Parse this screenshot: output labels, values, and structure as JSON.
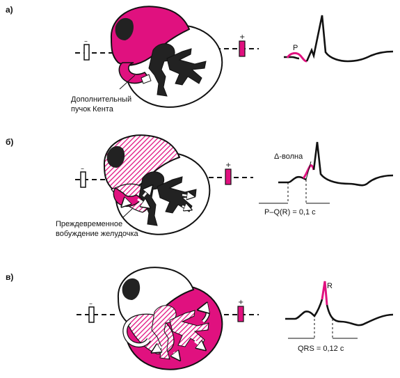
{
  "colors": {
    "magenta": "#e0117f",
    "ink": "#111111",
    "paper": "#ffffff"
  },
  "panels": [
    {
      "id": "a",
      "letter": "а)",
      "electrode_negative_sign": "–",
      "electrode_positive_sign": "+",
      "callout": [
        "Дополнительный",
        "пучок Кента"
      ],
      "ecg_labels": [
        "P"
      ]
    },
    {
      "id": "b",
      "letter": "б)",
      "electrode_negative_sign": "–",
      "electrode_positive_sign": "+",
      "callout": [
        "Преждевременное",
        "вобуждение желудочка"
      ],
      "ecg_labels": [
        "Δ-волна",
        "P–Q(R) = 0,1 с"
      ]
    },
    {
      "id": "c",
      "letter": "в)",
      "electrode_negative_sign": "–",
      "electrode_positive_sign": "+",
      "callout": [],
      "ecg_labels": [
        "R",
        "QRS = 0,12 с"
      ]
    }
  ]
}
